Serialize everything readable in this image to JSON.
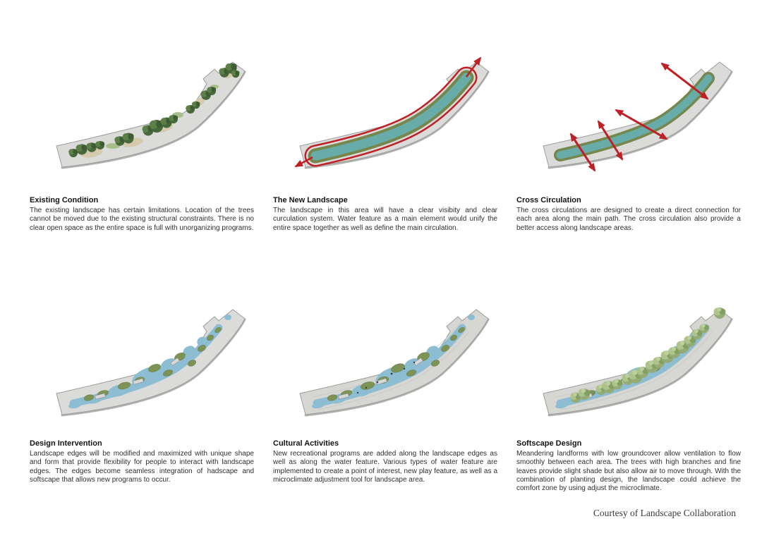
{
  "panels": [
    {
      "id": "existing-condition",
      "title": "Existing Condition",
      "body": "The existing landscape has certain limitations. Location of the trees cannot be moved due to the existing structural constraints. There is no clear open space as the entire space is full with unorganizing programs."
    },
    {
      "id": "the-new-landscape",
      "title": "The New Landscape",
      "body": "The landscape in this area will have a clear visibity and clear curculation system. Water feature as a main element would unify the entire space together as well as define the main circulation."
    },
    {
      "id": "cross-circulation",
      "title": "Cross Circulation",
      "body": "The cross circulations are designed to create a direct connection for each area along the main path. The cross circulation also provide a better access along landscape areas."
    },
    {
      "id": "design-intervention",
      "title": "Design Intervention",
      "body": "Landscape edges will be modified and maximized with unique shape and form that provide flexibility for people to interact with landscape edges. The edges become seamless integration of hadscape and softscape that allows new programs to occur."
    },
    {
      "id": "cultural-activities",
      "title": "Cultural Activities",
      "body": "New recreational programs are added along the landscape edges as well as along the water feature. Various types of water feature are implemented to create a point of interest, new play feature, as well as a microclimate adjustment tool for landscape area."
    },
    {
      "id": "softscape-design",
      "title": "Softscape Design",
      "body": "Meandering landforms with low groundcover allow ventilation to flow smoothly between each area. The trees with high branches and fine leaves provide slight shade but also allow air to move through. With the combination of planting design, the landscape could achieve the comfort zone by using adjust the microclimate."
    }
  ],
  "credit": "Courtesy of Landscape Collaboration",
  "colors": {
    "strip": "#dbdbd9",
    "strip-side": "#b1b1af",
    "strip-edge": "#9b9b99",
    "teal": "#68aca9",
    "olive": "#75874d",
    "olive2": "#7d9355",
    "red": "#bf2026",
    "blue": "#8cbdd3",
    "tan": "#d5c9ae",
    "tree-dark": "#47683a",
    "tree-mid": "#5d8048",
    "tree-deep": "#3d5c33",
    "tree-sage": "#95ab76",
    "tree-sage-light": "#aec28c",
    "tree-sage-dark": "#83a062",
    "tree-sage-hi": "#bccf9e",
    "text": "#2f2f2f",
    "title": "#141414",
    "credit": "#3a3a3a"
  }
}
